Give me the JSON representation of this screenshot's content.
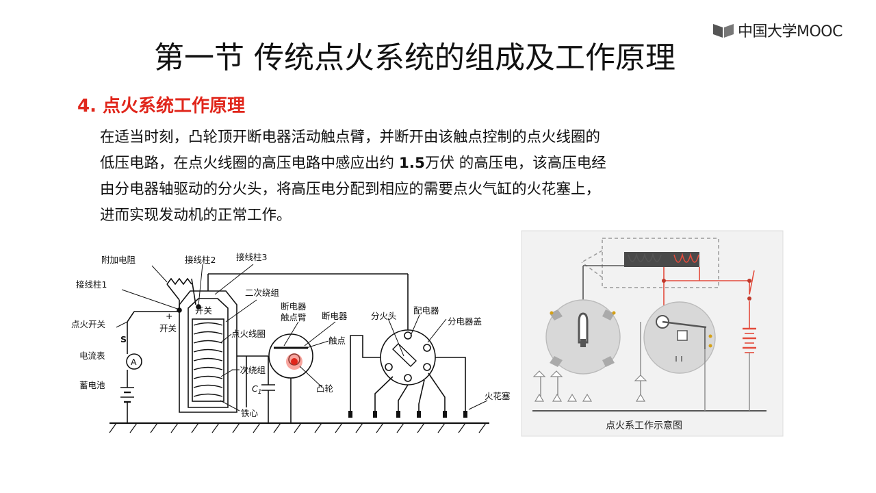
{
  "logo": {
    "text": "中国大学MOOC",
    "icon": "mooc-book-icon"
  },
  "title": "第一节  传统点火系统的组成及工作原理",
  "subtitle": "4. 点火系统工作原理",
  "paragraph": {
    "line1": "在适当时刻，凸轮顶开断电器活动触点臂，并断开由该触点控制的点火线圈的",
    "line2_pre": "低压电路，在点火线圈的高压电路中感应出约 ",
    "line2_bold": "1.5",
    "line2_post": "万伏 的高压电，该高压电经",
    "line3": "由分电器轴驱动的分火头，将高压电分配到相应的需要点火气缸的火花塞上，",
    "line4": "进而实现发动机的正常工作。"
  },
  "left_diagram": {
    "labels": {
      "resistor": "附加电阻",
      "terminal1": "接线柱1",
      "terminal2": "接线柱2",
      "terminal3": "接线柱3",
      "ignition_switch": "点火开关",
      "switch_plus": "+",
      "switch_left": "开关",
      "switch_top": "开关",
      "s": "S",
      "ammeter": "电流表",
      "ammeter_a": "A",
      "battery": "蓄电池",
      "secondary": "二次绕组",
      "coil": "点火线圈",
      "primary": "一次绕组",
      "core": "铁心",
      "c1": "C",
      "c1_sub": "1",
      "breaker_arm_1": "断电器",
      "breaker_arm_2": "触点臂",
      "breaker": "断电器",
      "contact": "触点",
      "cam": "凸轮",
      "rotor": "分火头",
      "distributor": "配电器",
      "cap": "分电器盖",
      "spark_plug": "火花塞"
    }
  },
  "right_diagram": {
    "caption": "点火系工作示意图",
    "accent_color": "#e34b3c"
  }
}
